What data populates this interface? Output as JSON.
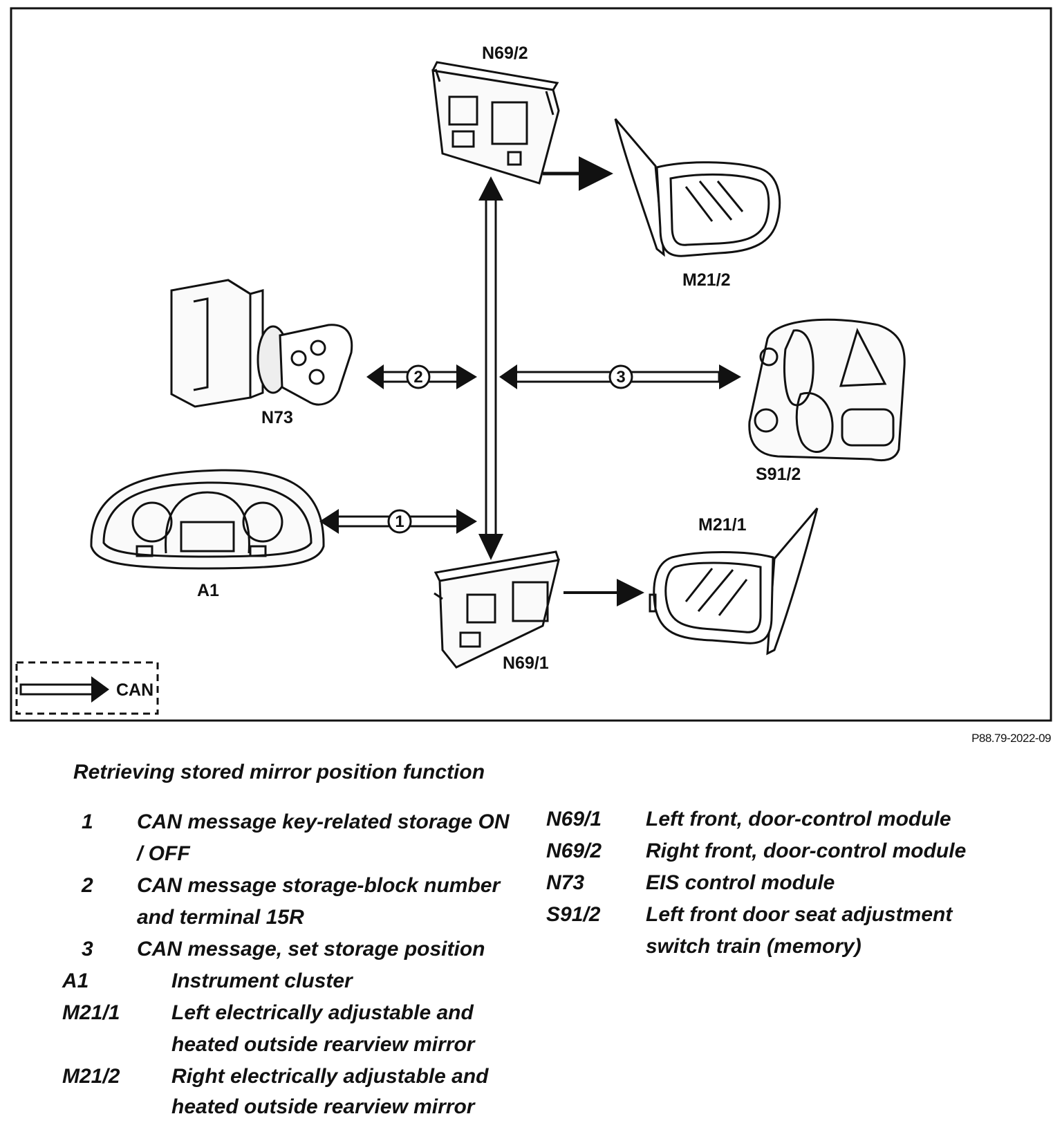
{
  "labels": {
    "n69_2": "N69/2",
    "m21_2": "M21/2",
    "n73": "N73",
    "s91_2": "S91/2",
    "m21_1": "M21/1",
    "a1": "A1",
    "n69_1": "N69/1"
  },
  "connections": {
    "c1": "1",
    "c2": "2",
    "c3": "3"
  },
  "legend_box": {
    "label": "CAN"
  },
  "reference": "P88.79-2022-09",
  "caption": "Retrieving stored mirror position function",
  "legend_left": [
    {
      "key": "1",
      "lines": [
        "CAN message key-related storage ON",
        "/ OFF"
      ]
    },
    {
      "key": "2",
      "lines": [
        "CAN message storage-block number",
        "and terminal 15R"
      ]
    },
    {
      "key": "3",
      "lines": [
        "CAN message, set storage position"
      ]
    },
    {
      "key": "A1",
      "lines": [
        "Instrument cluster"
      ]
    },
    {
      "key": "M21/1",
      "lines": [
        "Left electrically adjustable and",
        "heated outside rearview mirror"
      ]
    },
    {
      "key": "M21/2",
      "lines": [
        "Right electrically adjustable and",
        "heated outside rearview mirror"
      ]
    }
  ],
  "legend_right": [
    {
      "key": "N69/1",
      "lines": [
        "Left front, door-control module"
      ]
    },
    {
      "key": "N69/2",
      "lines": [
        "Right front, door-control module"
      ]
    },
    {
      "key": "N73",
      "lines": [
        "EIS control module"
      ]
    },
    {
      "key": "S91/2",
      "lines": [
        "Left front door seat adjustment",
        "switch train (memory)"
      ]
    }
  ]
}
